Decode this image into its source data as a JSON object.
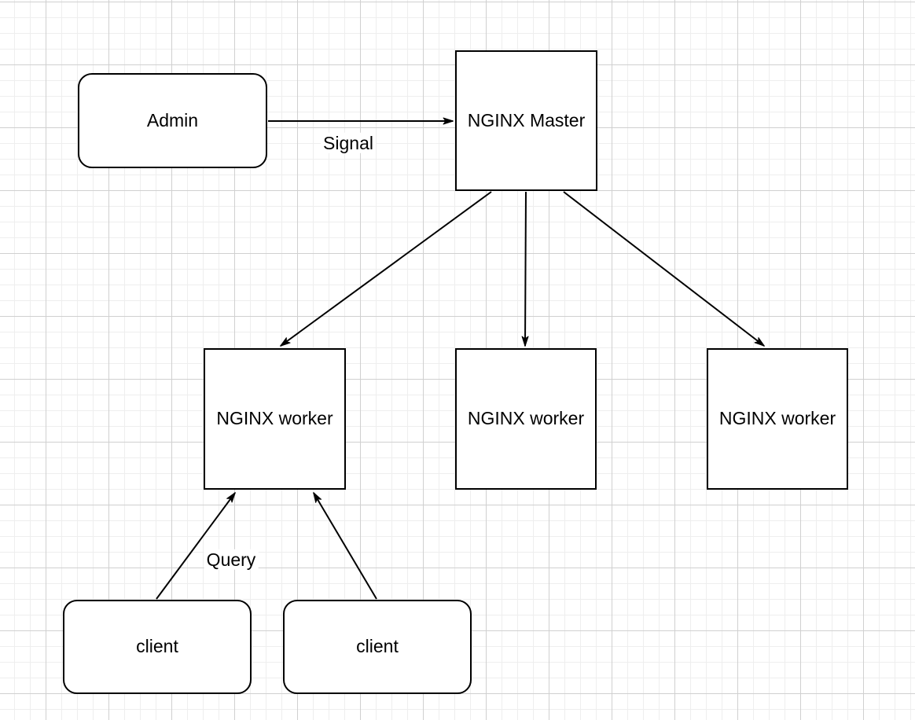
{
  "diagram": {
    "nodes": {
      "admin": {
        "label": "Admin",
        "shape": "rounded-rectangle"
      },
      "master": {
        "label": "NGINX Master",
        "shape": "rectangle"
      },
      "worker1": {
        "label": "NGINX worker",
        "shape": "rectangle"
      },
      "worker2": {
        "label": "NGINX worker",
        "shape": "rectangle"
      },
      "worker3": {
        "label": "NGINX worker",
        "shape": "rectangle"
      },
      "client1": {
        "label": "client",
        "shape": "rounded-rectangle"
      },
      "client2": {
        "label": "client",
        "shape": "rounded-rectangle"
      }
    },
    "edges": {
      "admin_to_master": {
        "label": "Signal",
        "from": "admin",
        "to": "master"
      },
      "master_to_worker1": {
        "label": "",
        "from": "master",
        "to": "worker1"
      },
      "master_to_worker2": {
        "label": "",
        "from": "master",
        "to": "worker2"
      },
      "master_to_worker3": {
        "label": "",
        "from": "master",
        "to": "worker3"
      },
      "client1_to_worker1": {
        "label": "Query",
        "from": "client1",
        "to": "worker1"
      },
      "client2_to_worker1": {
        "label": "",
        "from": "client2",
        "to": "worker1"
      }
    },
    "colors": {
      "background": "#ffffff",
      "shape_fill": "#ffffff",
      "stroke": "#000000",
      "text": "#000000",
      "grid_minor": "#eeeeee",
      "grid_major": "#d0d0d0"
    }
  }
}
